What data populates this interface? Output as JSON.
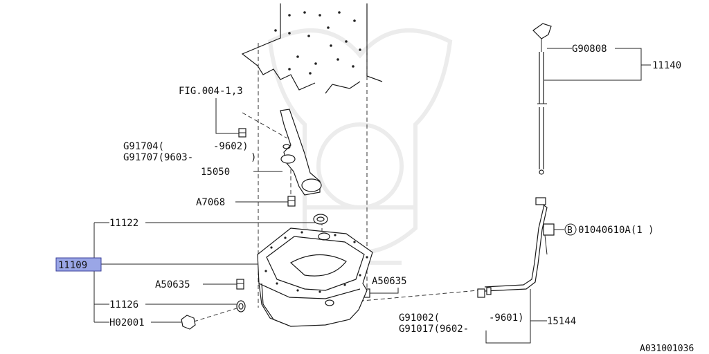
{
  "labels": {
    "fig": "FIG.004-1,3",
    "g91704": "G91704(",
    "range_9602": "-9602)",
    "g91707": "G91707(9603-",
    "paren_close": ")",
    "p15050": "15050",
    "a7068": "A7068",
    "p11122": "11122",
    "p11109": "11109",
    "a50635_left": "A50635",
    "a50635_right": "A50635",
    "p11126": "11126",
    "h02001": "H02001",
    "g90808": "G90808",
    "p11140": "11140",
    "b_marker": "B",
    "bolt_code": "01040610A(1 )",
    "g91002": "G91002(",
    "range_9601": "-9601)",
    "g91017": "G91017(9602-",
    "p15144": "15144",
    "diagram_id": "A031001036"
  },
  "colors": {
    "highlight": "#9aa6e6",
    "highlight_border": "#3a3f9a",
    "ink": "#1a1a1a"
  }
}
